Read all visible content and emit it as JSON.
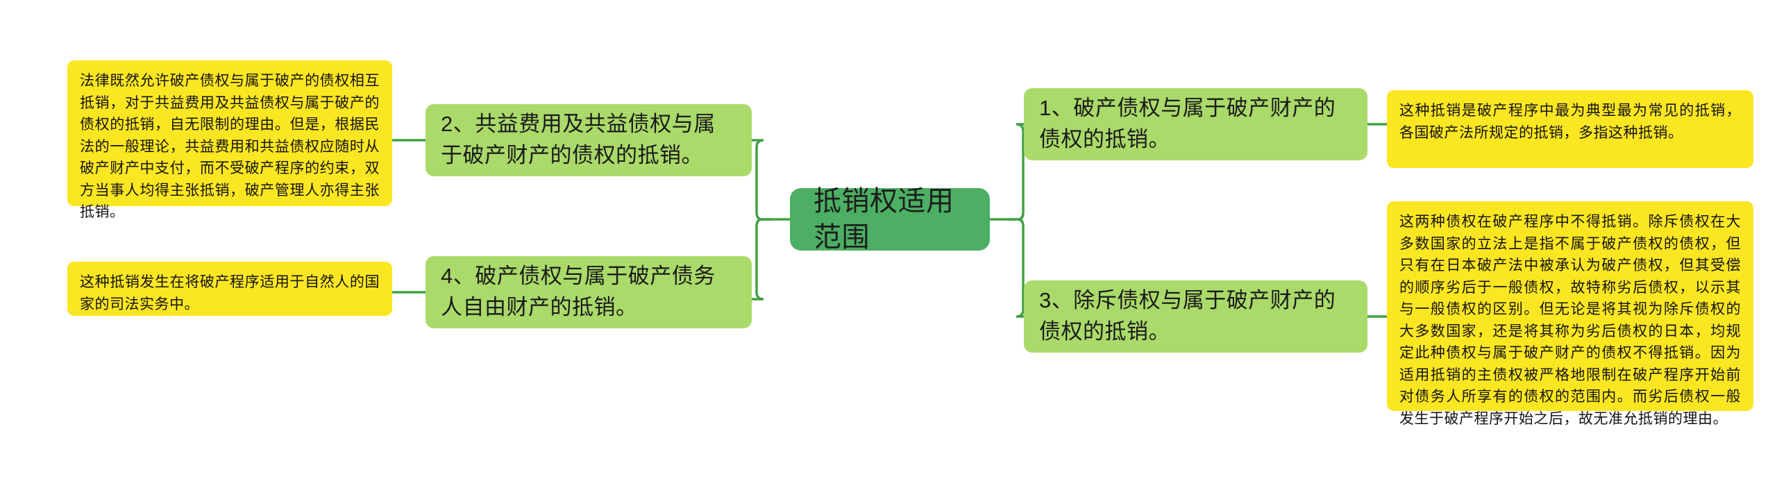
{
  "diagram": {
    "type": "mindmap",
    "title": "抵销权适用范围",
    "root": {
      "label": "抵销权适用范围",
      "color": "#4caf63"
    },
    "colors": {
      "root_fill": "#4caf63",
      "branch_fill": "#aada6a",
      "note_fill": "#fbe622",
      "connector": "#43a047",
      "text": "#1a1a1a",
      "background": "#ffffff"
    },
    "branches": [
      {
        "id": "branch-1",
        "side": "right",
        "label": "1、破产债权与属于破产财产的债权的抵销。",
        "note": "这种抵销是破产程序中最为典型最为常见的抵销，各国破产法所规定的抵销，多指这种抵销。"
      },
      {
        "id": "branch-2",
        "side": "left",
        "label": "2、共益费用及共益债权与属于破产财产的债权的抵销。",
        "note": "法律既然允许破产债权与属于破产的债权相互抵销，对于共益费用及共益债权与属于破产的债权的抵销，自无限制的理由。但是，根据民法的一般理论，共益费用和共益债权应随时从破产财产中支付，而不受破产程序的约束，双方当事人均得主张抵销，破产管理人亦得主张抵销。"
      },
      {
        "id": "branch-3",
        "side": "right",
        "label": "3、除斥债权与属于破产财产的债权的抵销。",
        "note": "这两种债权在破产程序中不得抵销。除斥债权在大多数国家的立法上是指不属于破产债权的债权，但只有在日本破产法中被承认为破产债权，但其受偿的顺序劣后于一般债权，故特称劣后债权，以示其与一般债权的区别。但无论是将其视为除斥债权的大多数国家，还是将其称为劣后债权的日本，均规定此种债权与属于破产财产的债权不得抵销。因为适用抵销的主债权被严格地限制在破产程序开始前对债务人所享有的债权的范围内。而劣后债权一般发生于破产程序开始之后，故无准允抵销的理由。"
      },
      {
        "id": "branch-4",
        "side": "left",
        "label": "4、破产债权与属于破产债务人自由财产的抵销。",
        "note": "这种抵销发生在将破产程序适用于自然人的国家的司法实务中。"
      }
    ]
  }
}
